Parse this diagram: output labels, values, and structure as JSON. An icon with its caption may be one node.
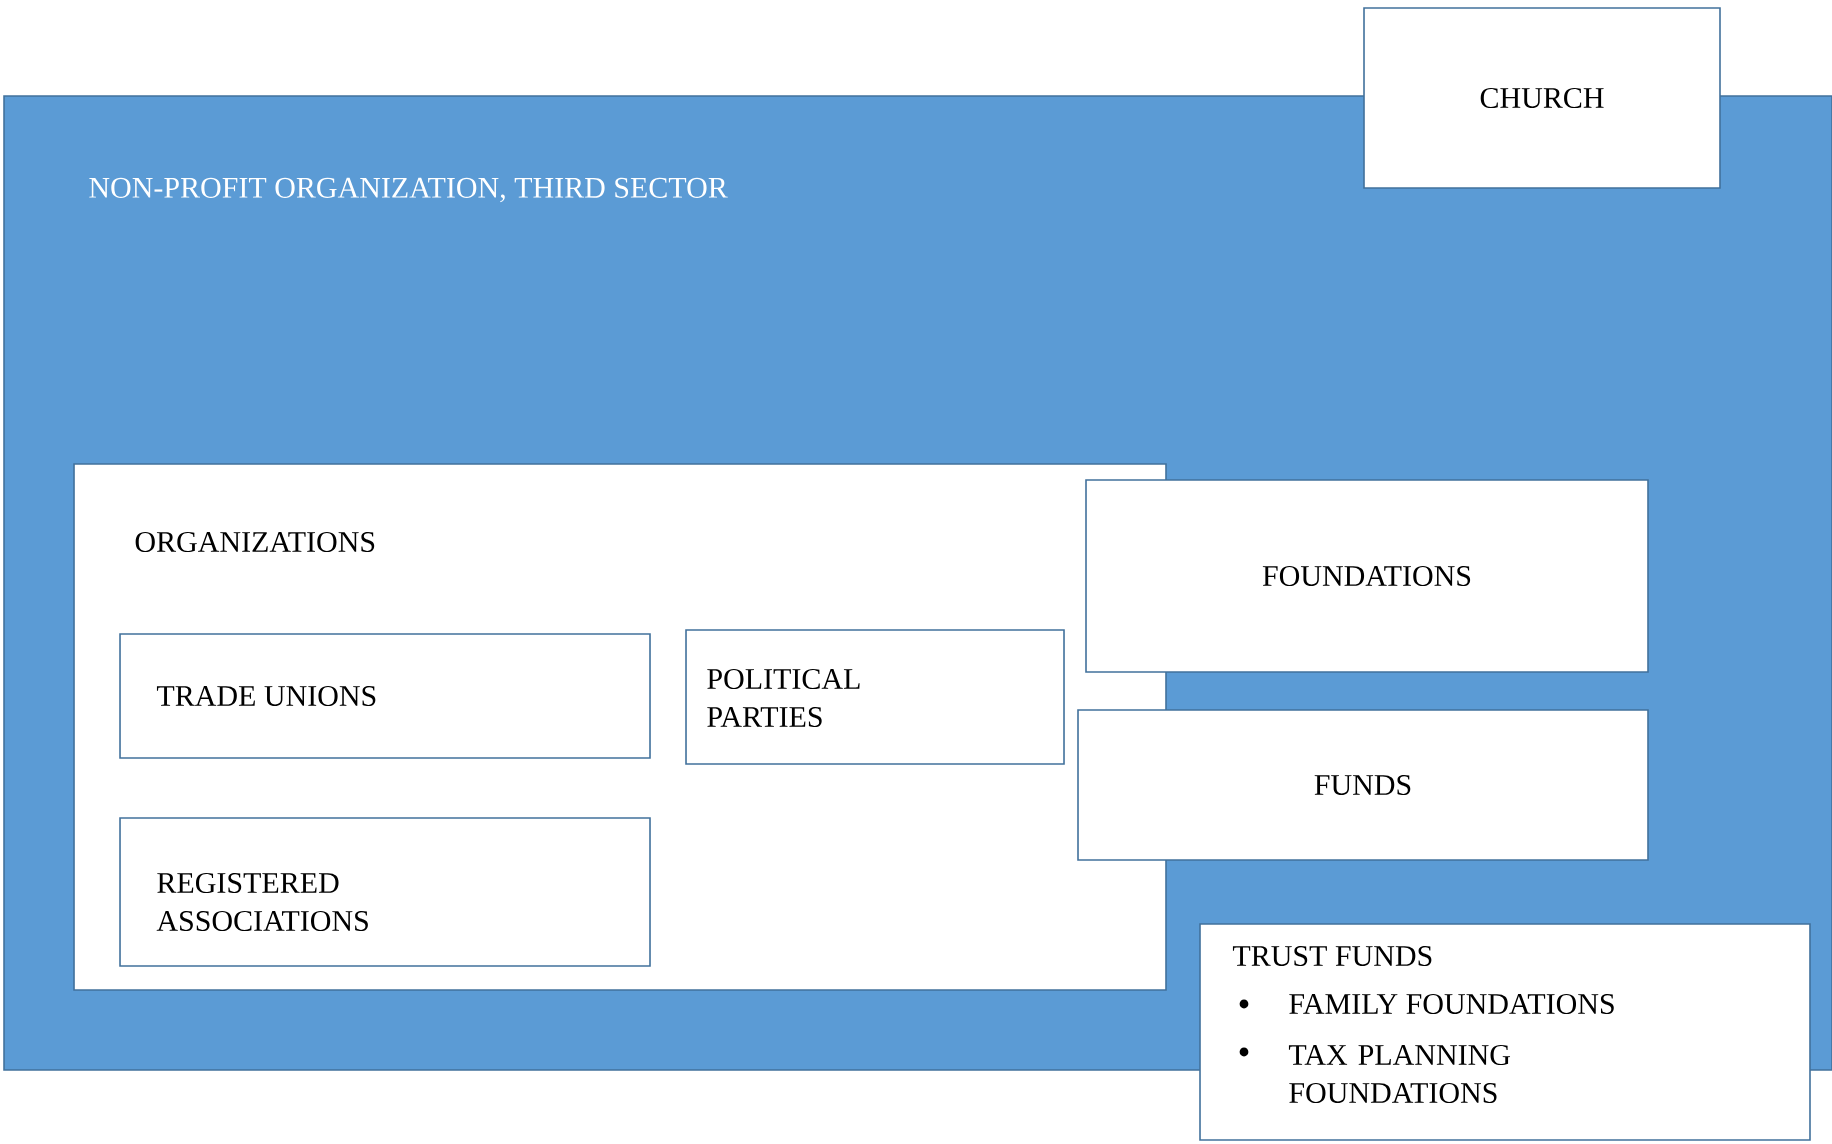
{
  "diagram": {
    "nodes": [
      {
        "text": [
          "NON-PROFIT ORGANIZATION, THIRD SECTOR"
        ]
      },
      {
        "text": [
          "CHURCH"
        ]
      },
      {
        "text": [
          "ORGANIZATIONS"
        ],
        "in": 0
      },
      {
        "text": [
          "TRADE UNIONS"
        ],
        "in": 2
      },
      {
        "text": [
          "POLITICAL PARTIES"
        ],
        "in": 2
      },
      {
        "text": [
          "REGISTERED ASSOCIATIONS"
        ],
        "in": 2
      },
      {
        "text": [
          "FOUNDATIONS"
        ],
        "in": 0
      },
      {
        "text": [
          "FUNDS"
        ],
        "in": 0
      },
      {
        "text": [
          "TRUST FUNDS",
          "FAMILY FOUNDATIONS",
          "TAX PLANNING FOUNDATIONS"
        ]
      }
    ]
  }
}
